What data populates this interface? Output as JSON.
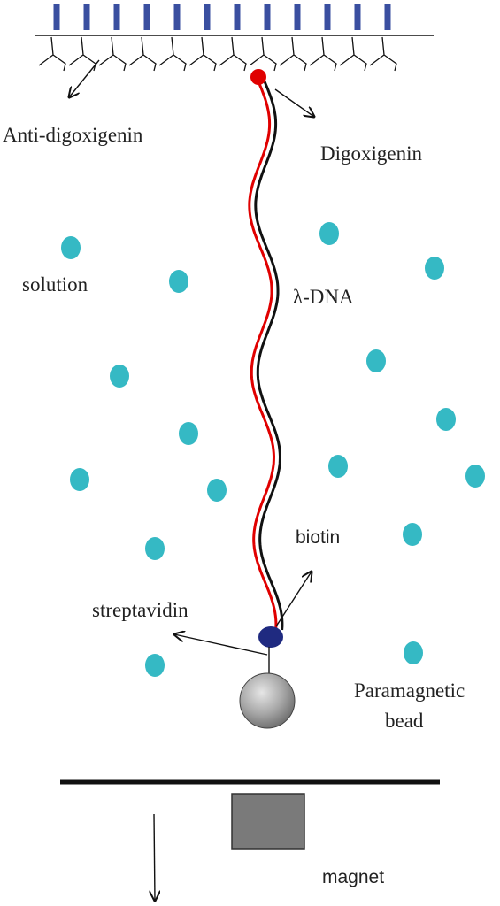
{
  "labels": {
    "anti_digoxigenin": "Anti-digoxigenin",
    "digoxigenin": "Digoxigenin",
    "solution": "solution",
    "lambda_dna": "λ-DNA",
    "biotin": "biotin",
    "streptavidin": "streptavidin",
    "paramagnetic_line1": "Paramagnetic",
    "paramagnetic_line2": "bead",
    "magnet": "magnet"
  },
  "colors": {
    "antibody_blue": "#3a4fa0",
    "dna_red": "#e00000",
    "dna_black": "#111111",
    "digoxigenin_red": "#e00000",
    "streptavidin_navy": "#1f2a80",
    "solution_cyan": "#35b9c4",
    "bead_gray": "#9a9a9a",
    "magnet_gray": "#7a7a7a",
    "line_black": "#111111"
  }
}
